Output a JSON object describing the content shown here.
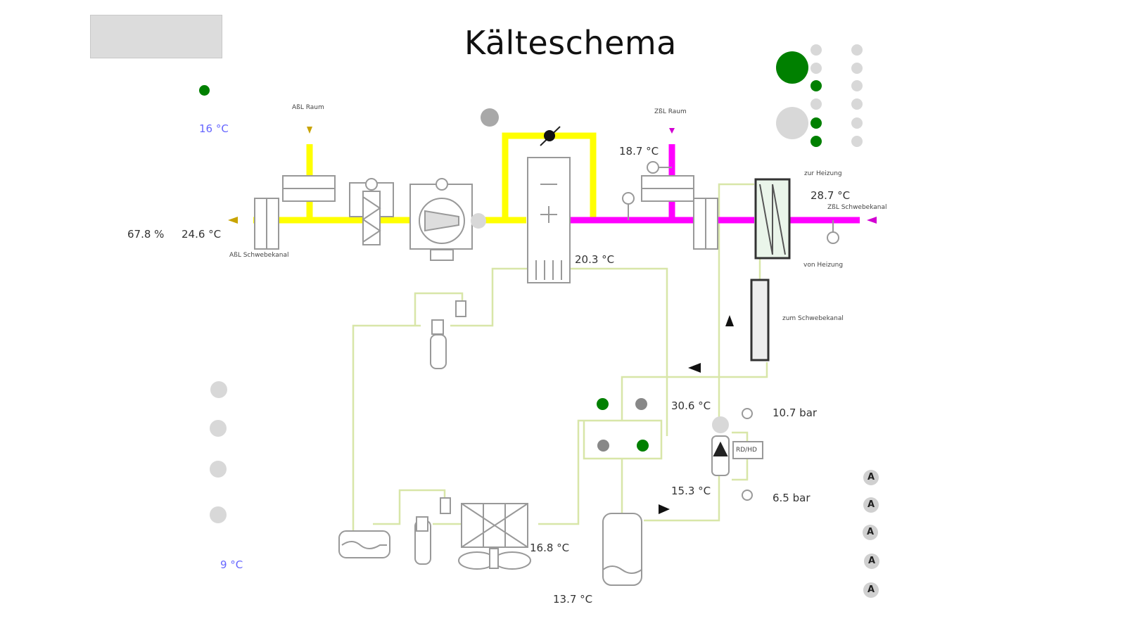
{
  "title": "Kälteschema",
  "header_box": "",
  "status_dot_top": {
    "color": "#008000"
  },
  "left_panel": {
    "room_temp": "16 °C",
    "outdoor_temp": "9 °C",
    "schedule_buttons": 4
  },
  "air_handling": {
    "intake": {
      "humidity": "67.8 %",
      "temperature": "24.6 °C",
      "label": "AßL Schwebekanal"
    },
    "exhaust_label_top_left": "AßL Raum",
    "supply_label_top": "ZßL Raum",
    "supply_temp_upper": "18.7 °C",
    "supply_out_temp": "28.7 °C",
    "supply_out_label": "ZßL Schwebekanal",
    "coil_temp": "20.3 °C",
    "to_heating_label": "zur Heizung",
    "from_heating_label": "von Heizung",
    "to_channel_label": "zum Schwebekanal"
  },
  "refrigeration": {
    "hot_gas_temp": "30.6 °C",
    "suction_temp": "15.3 °C",
    "condenser_out_temp": "16.8 °C",
    "ambient_temp": "13.7 °C",
    "high_pressure": "10.7 bar",
    "low_pressure": "6.5 bar",
    "compressor_label": "RD/HD"
  },
  "valves": [
    {
      "name": "valve-1",
      "state": "on",
      "color": "#008000"
    },
    {
      "name": "valve-2",
      "state": "off",
      "color": "#888888"
    },
    {
      "name": "valve-3",
      "state": "off",
      "color": "#888888"
    },
    {
      "name": "valve-4",
      "state": "on",
      "color": "#008000"
    }
  ],
  "status_panel": {
    "timer_1": {
      "state": "active",
      "color": "#008000"
    },
    "timer_2": {
      "state": "inactive",
      "color": "#d8d8d8"
    },
    "column_a": [
      "#d8d8d8",
      "#d8d8d8",
      "#008000",
      "#d8d8d8",
      "#008000",
      "#008000"
    ],
    "column_b": [
      "#d8d8d8",
      "#d8d8d8",
      "#d8d8d8",
      "#d8d8d8",
      "#d8d8d8",
      "#d8d8d8"
    ]
  },
  "auto_buttons": [
    "A",
    "A",
    "A",
    "A",
    "A"
  ],
  "colors": {
    "exhaust_air": "#ffff00",
    "supply_air": "#ff00ff",
    "refrigerant": "#d8e6a8",
    "active": "#008000",
    "inactive": "#d8d8d8"
  }
}
